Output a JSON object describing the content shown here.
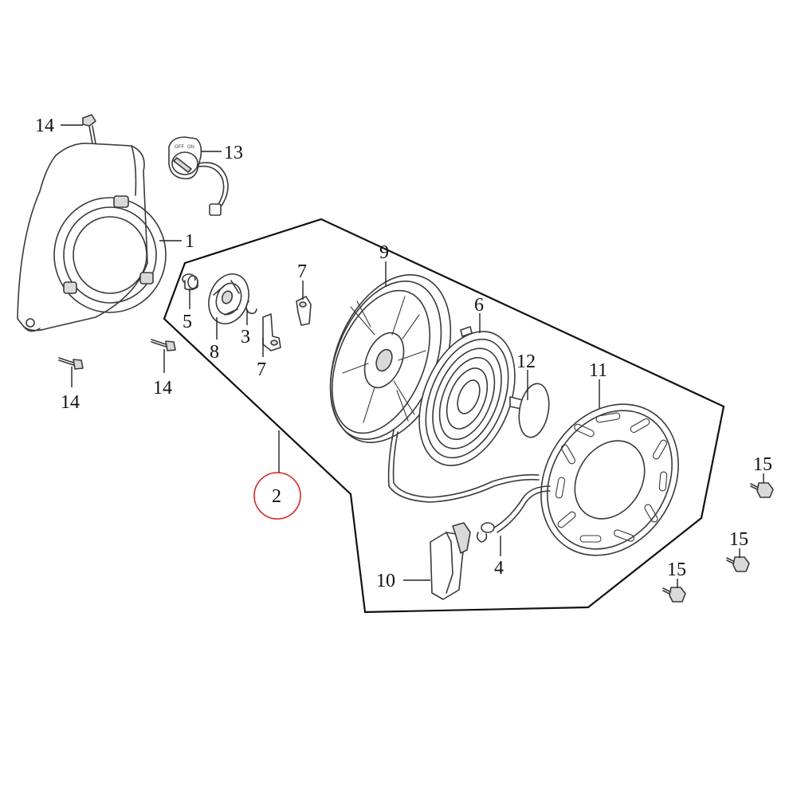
{
  "colors": {
    "line": "#3a3a3a",
    "highlight": "#d62828",
    "background": "#ffffff"
  },
  "callouts": {
    "c14_top": "14",
    "c13": "13",
    "c1": "1",
    "c9": "9",
    "c7_top": "7",
    "c6": "6",
    "c5": "5",
    "c3": "3",
    "c8": "8",
    "c7_bottom": "7",
    "c12": "12",
    "c11": "11",
    "c14_left": "14",
    "c14_mid": "14",
    "c2": "2",
    "c15_top": "15",
    "c15_mid": "15",
    "c15_bottom": "15",
    "c4": "4",
    "c10": "10"
  },
  "switch_labels": {
    "off": "OFF",
    "on": "ON"
  },
  "highlighted_callout": "2"
}
